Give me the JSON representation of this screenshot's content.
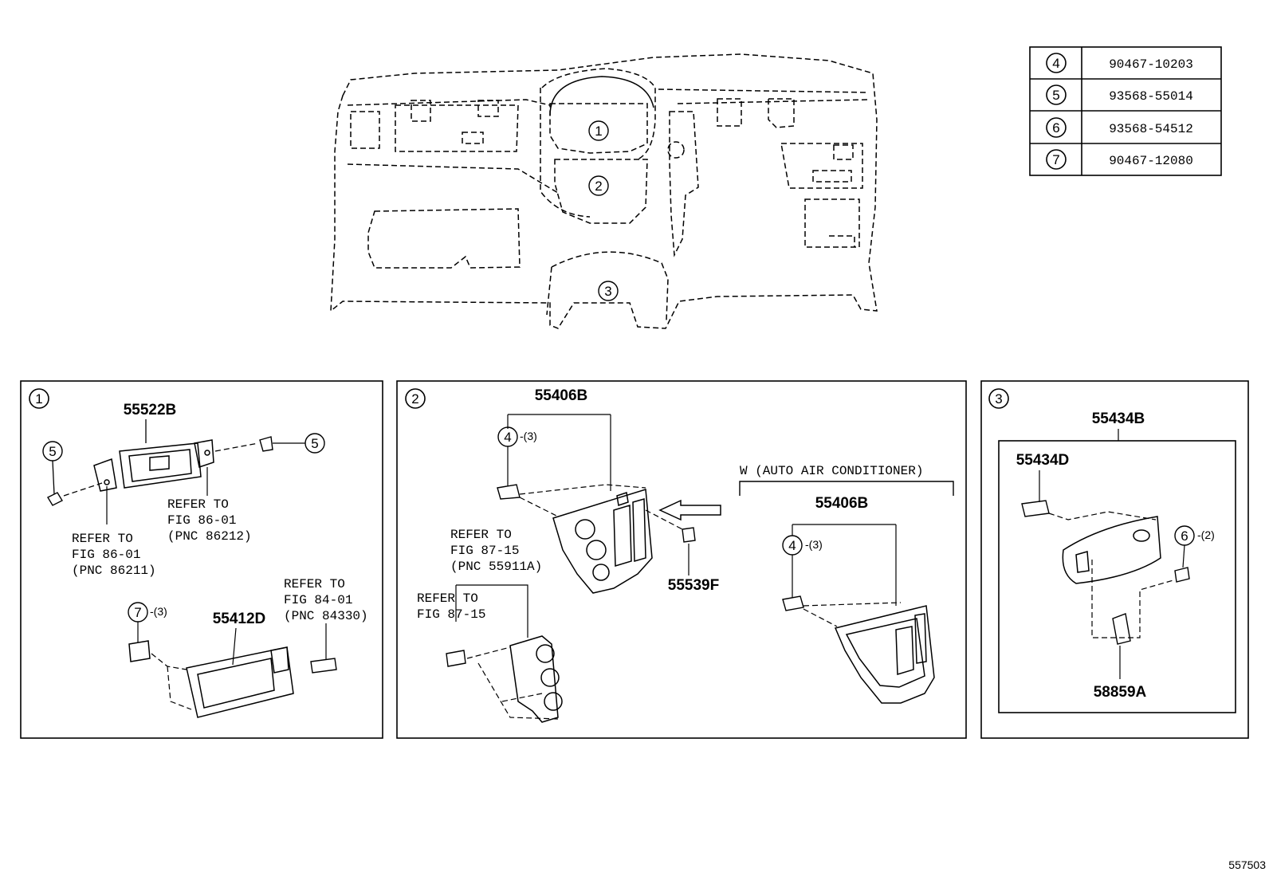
{
  "fastener_table": [
    {
      "ref": "4",
      "part_no": "90467-10203"
    },
    {
      "ref": "5",
      "part_no": "93568-55014"
    },
    {
      "ref": "6",
      "part_no": "93568-54512"
    },
    {
      "ref": "7",
      "part_no": "90467-12080"
    }
  ],
  "overview": {
    "callouts": [
      "1",
      "2",
      "3"
    ]
  },
  "panel1": {
    "ref": "1",
    "part_55522b": "55522B",
    "part_55412d": "55412D",
    "callout_5_left": "5",
    "callout_5_right": "5",
    "callout_7": "7",
    "qty_7": "-(3)",
    "refer_a": [
      "REFER TO",
      "FIG 86-01",
      "(PNC 86212)"
    ],
    "refer_b": [
      "REFER TO",
      "FIG 86-01",
      "(PNC 86211)"
    ],
    "refer_c": [
      "REFER TO",
      "FIG 84-01",
      "(PNC 84330)"
    ]
  },
  "panel2": {
    "ref": "2",
    "part_55406b_main": "55406B",
    "part_55539f": "55539F",
    "callout_4_main": "4",
    "qty_4_main": "-(3)",
    "refer_a": [
      "REFER TO",
      "FIG 87-15",
      "(PNC 55911A)"
    ],
    "refer_b": [
      "REFER TO",
      "FIG 87-15"
    ],
    "variant_label": "W (AUTO AIR CONDITIONER)",
    "part_55406b_variant": "55406B",
    "callout_4_variant": "4",
    "qty_4_variant": "-(3)"
  },
  "panel3": {
    "ref": "3",
    "part_55434b": "55434B",
    "part_55434d": "55434D",
    "part_58859a": "58859A",
    "callout_6": "6",
    "qty_6": "-(2)"
  },
  "figure_id": "557503"
}
